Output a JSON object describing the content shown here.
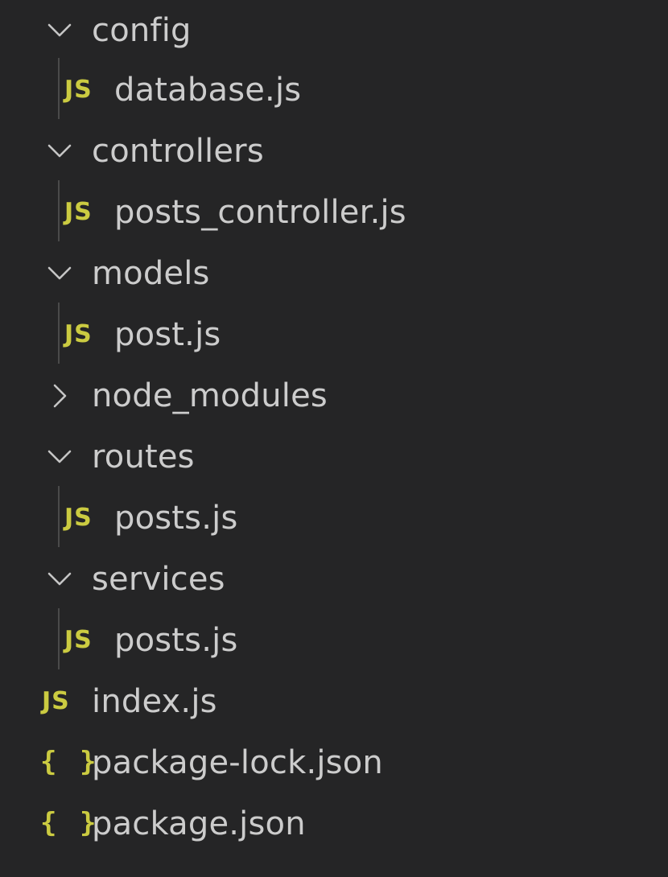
{
  "explorer": {
    "items": [
      {
        "type": "folder",
        "label": "config",
        "expanded": true,
        "icon": "chevron-down-icon"
      },
      {
        "type": "file",
        "label": "database.js",
        "icon_text": "JS",
        "icon": "javascript-file-icon"
      },
      {
        "type": "folder",
        "label": "controllers",
        "expanded": true,
        "icon": "chevron-down-icon"
      },
      {
        "type": "file",
        "label": "posts_controller.js",
        "icon_text": "JS",
        "icon": "javascript-file-icon"
      },
      {
        "type": "folder",
        "label": "models",
        "expanded": true,
        "icon": "chevron-down-icon"
      },
      {
        "type": "file",
        "label": "post.js",
        "icon_text": "JS",
        "icon": "javascript-file-icon"
      },
      {
        "type": "folder",
        "label": "node_modules",
        "expanded": false,
        "icon": "chevron-right-icon"
      },
      {
        "type": "folder",
        "label": "routes",
        "expanded": true,
        "icon": "chevron-down-icon"
      },
      {
        "type": "file",
        "label": "posts.js",
        "icon_text": "JS",
        "icon": "javascript-file-icon"
      },
      {
        "type": "folder",
        "label": "services",
        "expanded": true,
        "icon": "chevron-down-icon"
      },
      {
        "type": "file",
        "label": "posts.js",
        "icon_text": "JS",
        "icon": "javascript-file-icon"
      },
      {
        "type": "file",
        "label": "index.js",
        "icon_text": "JS",
        "icon": "javascript-file-icon"
      },
      {
        "type": "file",
        "label": "package-lock.json",
        "icon_text": "{ }",
        "icon": "json-file-icon"
      },
      {
        "type": "file",
        "label": "package.json",
        "icon_text": "{ }",
        "icon": "json-file-icon"
      }
    ]
  },
  "colors": {
    "background": "#252526",
    "text": "#cccccc",
    "js_icon": "#cbcb41",
    "json_icon": "#cbcb41",
    "chevron": "#c5c5c5",
    "indent_guide": "#4a4a4a"
  }
}
